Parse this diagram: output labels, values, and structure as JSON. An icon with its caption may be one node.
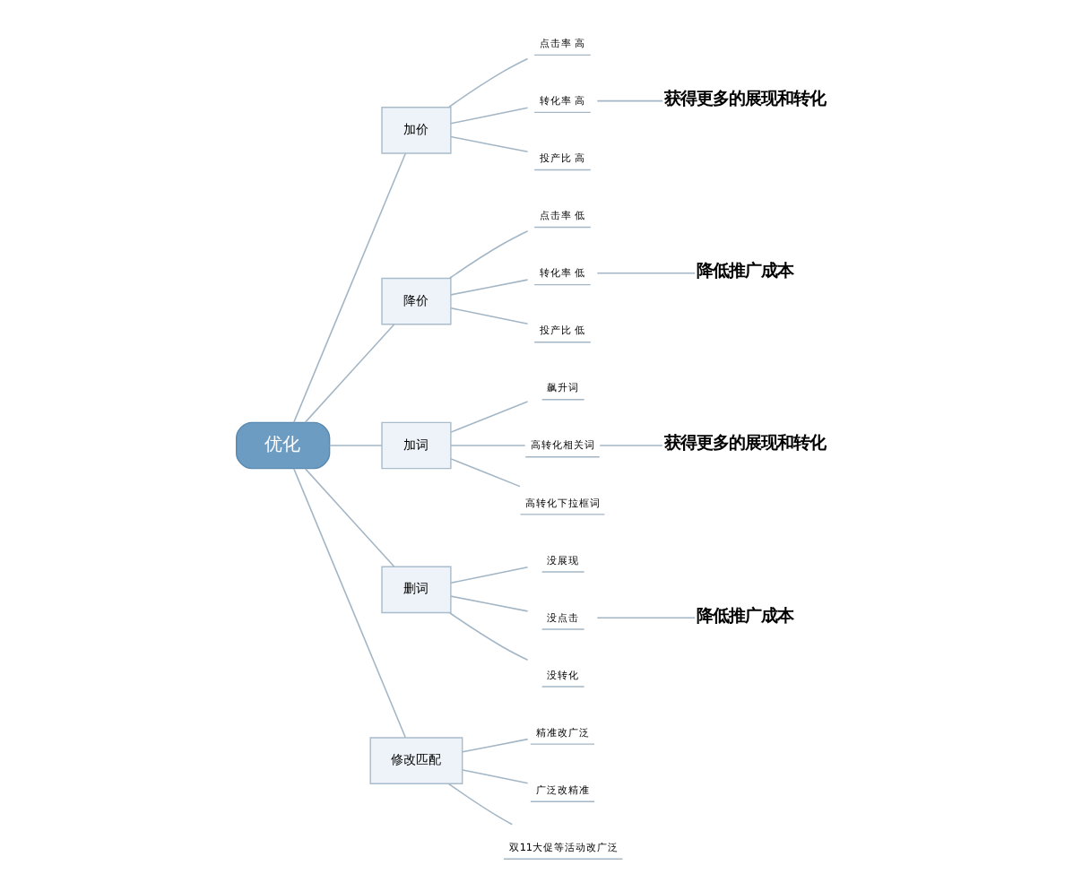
{
  "diagram": {
    "nodes": [
      {
        "text": [
          "优化"
        ]
      },
      {
        "text": [
          "加价"
        ]
      },
      {
        "text": [
          "点击率 高"
        ]
      },
      {
        "text": [
          "转化率 高"
        ]
      },
      {
        "text": [
          "获得更多的展现和转化"
        ]
      },
      {
        "text": [
          "投产比 高"
        ]
      },
      {
        "text": [
          "降价"
        ]
      },
      {
        "text": [
          "点击率 低"
        ]
      },
      {
        "text": [
          "转化率 低"
        ]
      },
      {
        "text": [
          "降低推广成本"
        ]
      },
      {
        "text": [
          "投产比 低"
        ]
      },
      {
        "text": [
          "加词"
        ]
      },
      {
        "text": [
          "飙升词"
        ]
      },
      {
        "text": [
          "高转化相关词"
        ]
      },
      {
        "text": [
          "获得更多的展现和转化"
        ]
      },
      {
        "text": [
          "高转化下拉框词"
        ]
      },
      {
        "text": [
          "删词"
        ]
      },
      {
        "text": [
          "没展现"
        ]
      },
      {
        "text": [
          "没点击"
        ]
      },
      {
        "text": [
          "降低推广成本"
        ]
      },
      {
        "text": [
          "没转化"
        ]
      },
      {
        "text": [
          "修改匹配"
        ]
      },
      {
        "text": [
          "精准改广泛"
        ]
      },
      {
        "text": [
          "广泛改精准"
        ]
      },
      {
        "text": [
          "双11大促等活动改广泛"
        ]
      }
    ],
    "edges": [
      {
        "from": 0,
        "to": 1,
        "arrow": "none"
      },
      {
        "from": 1,
        "to": 2,
        "arrow": "none"
      },
      {
        "from": 1,
        "to": 3,
        "arrow": "none"
      },
      {
        "from": 3,
        "to": 4,
        "arrow": "none"
      },
      {
        "from": 1,
        "to": 5,
        "arrow": "none"
      },
      {
        "from": 0,
        "to": 6,
        "arrow": "none"
      },
      {
        "from": 6,
        "to": 7,
        "arrow": "none"
      },
      {
        "from": 6,
        "to": 8,
        "arrow": "none"
      },
      {
        "from": 8,
        "to": 9,
        "arrow": "none"
      },
      {
        "from": 6,
        "to": 10,
        "arrow": "none"
      },
      {
        "from": 0,
        "to": 11,
        "arrow": "none"
      },
      {
        "from": 11,
        "to": 12,
        "arrow": "none"
      },
      {
        "from": 11,
        "to": 13,
        "arrow": "none"
      },
      {
        "from": 13,
        "to": 14,
        "arrow": "none"
      },
      {
        "from": 11,
        "to": 15,
        "arrow": "none"
      },
      {
        "from": 0,
        "to": 16,
        "arrow": "none"
      },
      {
        "from": 16,
        "to": 17,
        "arrow": "none"
      },
      {
        "from": 16,
        "to": 18,
        "arrow": "none"
      },
      {
        "from": 18,
        "to": 19,
        "arrow": "none"
      },
      {
        "from": 16,
        "to": 20,
        "arrow": "none"
      },
      {
        "from": 0,
        "to": 21,
        "arrow": "none"
      },
      {
        "from": 21,
        "to": 22,
        "arrow": "none"
      },
      {
        "from": 21,
        "to": 23,
        "arrow": "none"
      },
      {
        "from": 21,
        "to": 24,
        "arrow": "none"
      }
    ]
  }
}
